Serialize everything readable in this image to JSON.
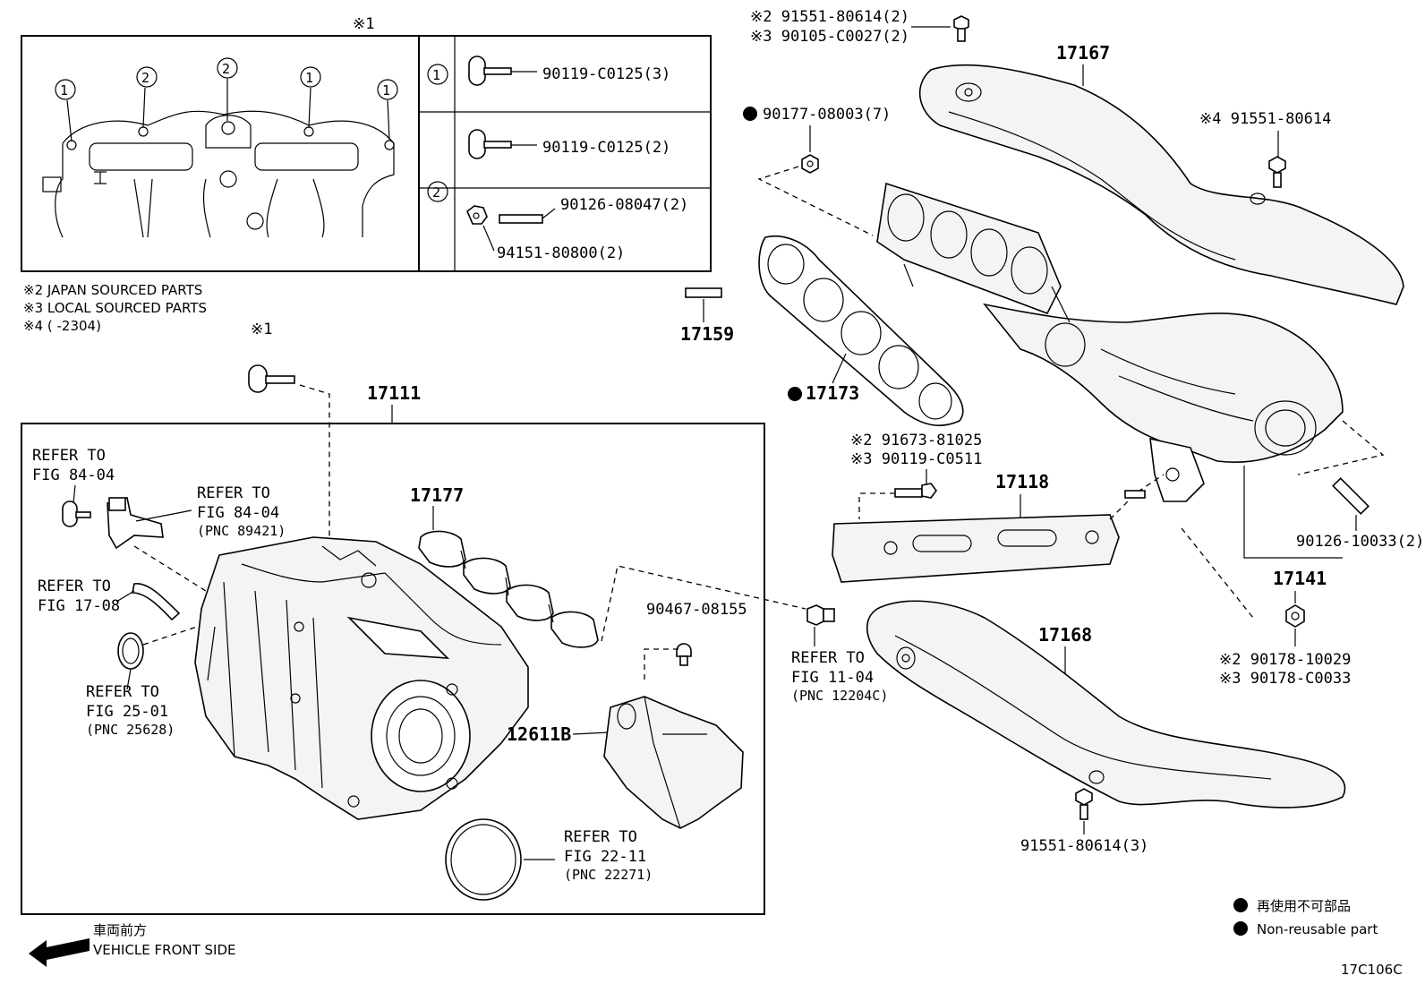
{
  "diagram_id": "17C106C",
  "notes": {
    "ref1_mark": "※1",
    "ref1_bolt": "※1",
    "n2": "※2  JAPAN SOURCED PARTS",
    "n3": "※3  LOCAL SOURCED PARTS",
    "n4": "※4 (        -2304)"
  },
  "detail_box": {
    "circle1": "1",
    "circle2": "2",
    "bolt1": "90119-C0125(3)",
    "bolt2": "90119-C0125(2)",
    "stud": "90126-08047(2)",
    "nut": "94151-80800(2)"
  },
  "parts": {
    "p17167": "17167",
    "p17111": "17111",
    "p17159": "17159",
    "p17173": "17173",
    "p17177": "17177",
    "p17118": "17118",
    "p17141": "17141",
    "p17168": "17168",
    "p12611B": "12611B",
    "top_ref2": "※2 91551-80614(2)",
    "top_ref3": "※3 90105-C0027(2)",
    "nut_90177": "90177-08003(7)",
    "bolt_91551_r4": "※4 91551-80614",
    "bolt_91673": "※2 91673-81025",
    "bolt_90119_c0511": "※3 90119-C0511",
    "stud_90126": "90126-10033(2)",
    "nut_r2": "※2 90178-10029",
    "nut_r3": "※3 90178-C0033",
    "bolt_bottom": "91551-80614(3)",
    "clip_90467": "90467-08155"
  },
  "refers": {
    "r1_l1": "REFER TO",
    "r1_l2": "FIG 84-04",
    "r2_l1": "REFER TO",
    "r2_l2": "FIG 84-04",
    "r2_l3": "(PNC 89421)",
    "r3_l1": "REFER TO",
    "r3_l2": "FIG 17-08",
    "r4_l1": "REFER TO",
    "r4_l2": "FIG 25-01",
    "r4_l3": "(PNC 25628)",
    "r5_l1": "REFER TO",
    "r5_l2": "FIG 11-04",
    "r5_l3": "(PNC 12204C)",
    "r6_l1": "REFER TO",
    "r6_l2": "FIG 22-11",
    "r6_l3": "(PNC 22271)"
  },
  "legend": {
    "jp": "再使用不可部品",
    "en": "Non-reusable part"
  },
  "front": {
    "jp": "車両前方",
    "en": "VEHICLE FRONT SIDE"
  }
}
